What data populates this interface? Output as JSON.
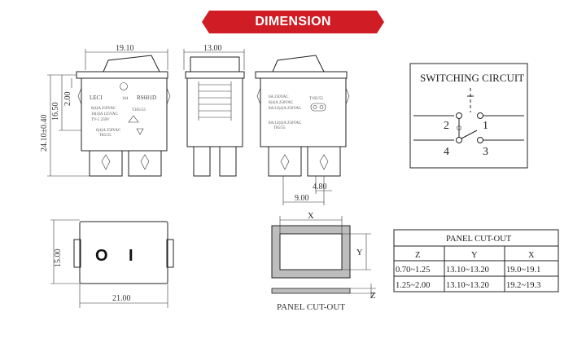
{
  "header": {
    "title": "DIMENSION",
    "color": "#d01c24"
  },
  "front_view": {
    "dims": {
      "width": "19.10",
      "height_total": "24.10±0.40",
      "height_body": "16.50",
      "rocker": "2.00"
    },
    "marking": {
      "brand": "LECI",
      "code": "164",
      "model": "RS601D",
      "ratings": [
        "6(4)A 250VAC",
        "10(4)A 125VAC",
        "T105/55",
        "TV-5 250V"
      ],
      "ratings_bottom": [
        "6(4)A 250VAC",
        "T85/55"
      ]
    }
  },
  "side_view": {
    "dims": {
      "width": "13.00"
    }
  },
  "rear_view": {
    "dims": {
      "pin_pitch": "9.00",
      "pin_width": "4.80"
    },
    "marking": [
      "6A 250VAC",
      "6(4)A 250VAC",
      "8A/12(4)A 250VAC",
      "T105/55",
      "8A/12(4)A 250VAC",
      "T85/55"
    ]
  },
  "switching_circuit": {
    "title": "SWITCHING CIRCUIT",
    "terminals": [
      "1",
      "2",
      "3",
      "4"
    ]
  },
  "bottom_front": {
    "dims": {
      "width": "21.00",
      "height": "15.00"
    },
    "symbols": [
      "O",
      "I"
    ]
  },
  "cutout": {
    "labels": {
      "x": "X",
      "y": "Y",
      "z": "Z"
    },
    "caption": "PANEL CUT-OUT"
  },
  "cutout_table": {
    "title": "PANEL CUT-OUT",
    "headers": [
      "Z",
      "Y",
      "X"
    ],
    "rows": [
      [
        "0.70~1.25",
        "13.10~13.20",
        "19.0~19.1"
      ],
      [
        "1.25~2.00",
        "13.10~13.20",
        "19.2~19.3"
      ]
    ]
  }
}
